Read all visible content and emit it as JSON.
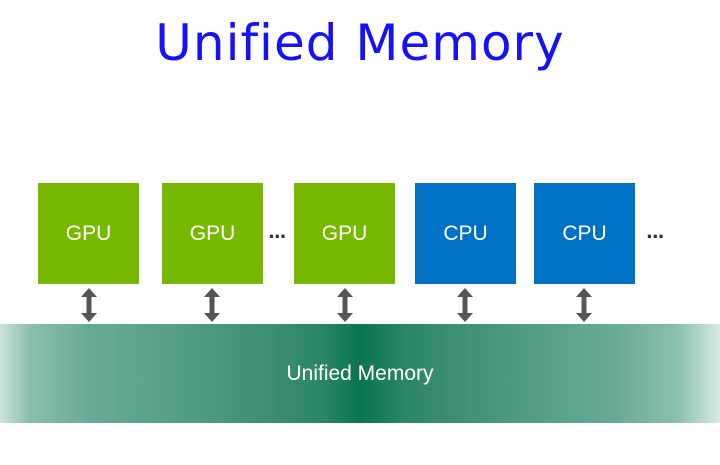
{
  "title": "Unified Memory",
  "processors": [
    {
      "label": "GPU",
      "type": "gpu"
    },
    {
      "label": "GPU",
      "type": "gpu"
    },
    {
      "label": "GPU",
      "type": "gpu"
    },
    {
      "label": "CPU",
      "type": "cpu"
    },
    {
      "label": "CPU",
      "type": "cpu"
    }
  ],
  "ellipsis": "...",
  "memory_label": "Unified Memory",
  "colors": {
    "title": "#1a10f5",
    "gpu": "#77b900",
    "cpu": "#0071c5",
    "memory_center": "#0a7451",
    "arrow": "#555555"
  }
}
